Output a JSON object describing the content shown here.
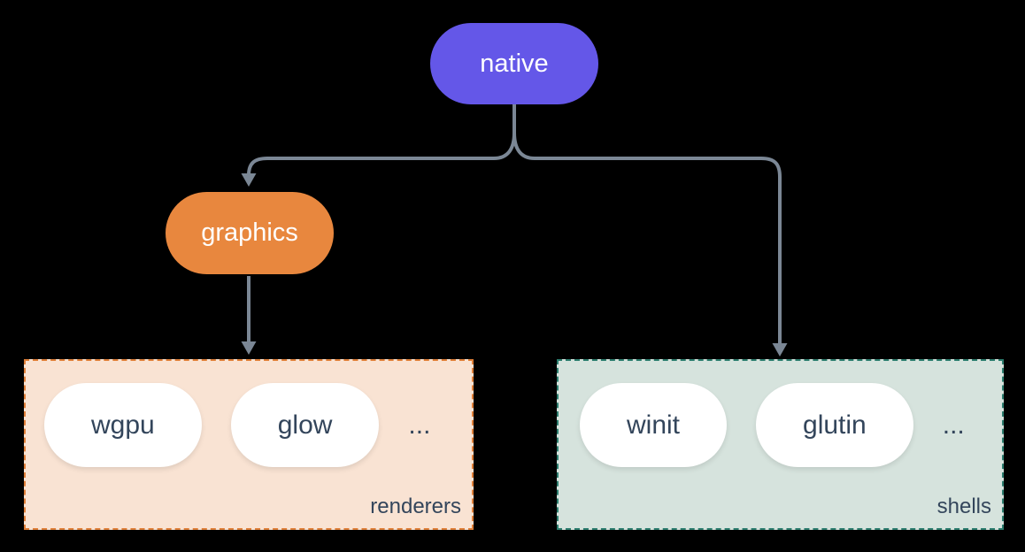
{
  "diagram": {
    "title_hint": "native windowing / rendering architecture",
    "background_color": "#000000",
    "connector_color": "#7b8795",
    "nodes": {
      "native": {
        "label": "native",
        "color": "#6457e8",
        "text_color": "#ffffff"
      },
      "graphics": {
        "label": "graphics",
        "color": "#e8873e",
        "text_color": "#ffffff"
      }
    },
    "groups": {
      "renderers": {
        "label": "renderers",
        "bg_color": "#f9e3d3",
        "border_color": "#df7f38",
        "items": [
          "wgpu",
          "glow"
        ],
        "ellipsis": "...",
        "text_color": "#33455b"
      },
      "shells": {
        "label": "shells",
        "bg_color": "#d6e3dd",
        "border_color": "#2c7d6e",
        "items": [
          "winit",
          "glutin"
        ],
        "ellipsis": "...",
        "text_color": "#33455b"
      }
    },
    "edges": [
      {
        "from": "native",
        "to": "graphics"
      },
      {
        "from": "native",
        "to": "shells"
      },
      {
        "from": "graphics",
        "to": "renderers"
      }
    ]
  }
}
